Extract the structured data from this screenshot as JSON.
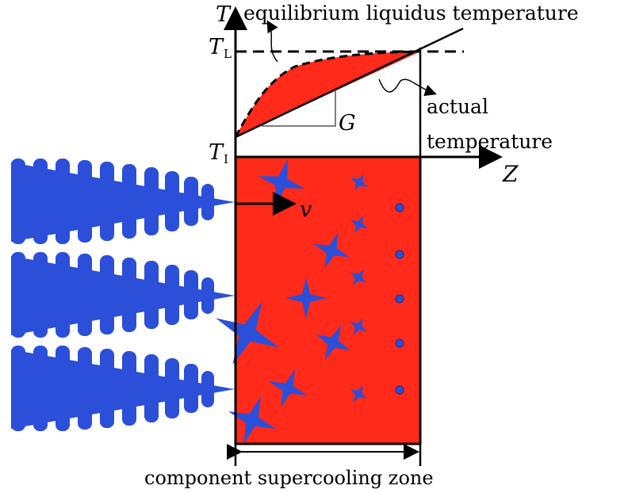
{
  "axes": {
    "t_axis": "T",
    "z_axis": "Z",
    "t_liquidus": {
      "main": "T",
      "sub": "L"
    },
    "t_interface": {
      "main": "T",
      "sub": "I"
    }
  },
  "labels": {
    "equilibrium": "equilibrium liquidus temperature",
    "actual_line1": "actual",
    "actual_line2": "temperature",
    "gradient": "G",
    "velocity": "v",
    "zone": "component supercooling zone"
  },
  "colors": {
    "liquid_red": "#ff2a1a",
    "crystal_blue": "#2b4fd8",
    "line": "#000000"
  }
}
